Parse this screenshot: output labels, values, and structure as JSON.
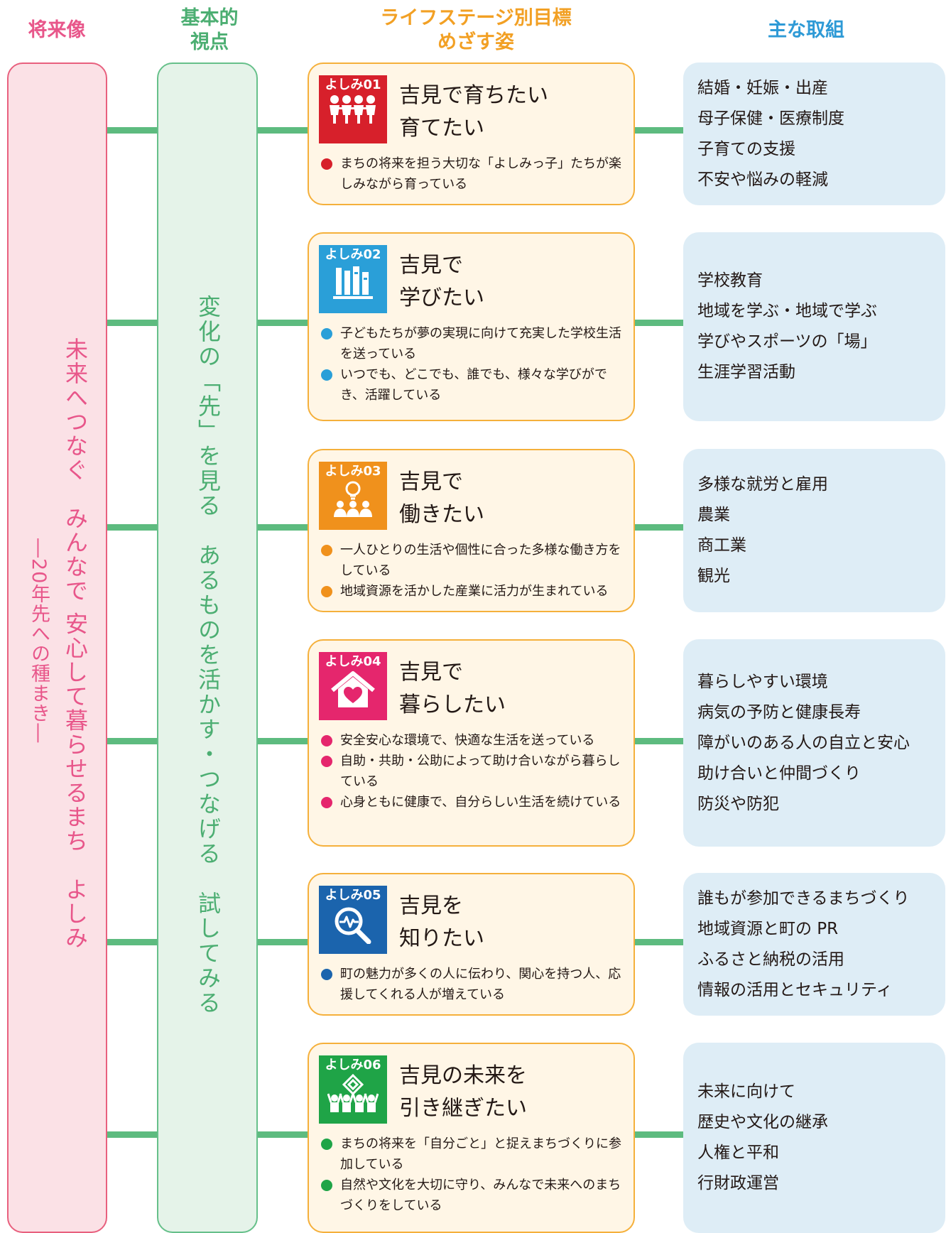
{
  "headers": {
    "vision": "将来像",
    "viewpoint_line1": "基本的",
    "viewpoint_line2": "視点",
    "goal_line1": "ライフステージ別目標",
    "goal_line2": "めざす姿",
    "actions": "主な取組"
  },
  "vision": {
    "main": "未来へつなぐ　みんなで 安心して暮らせるまち　よしみ",
    "sub": "―20年先への種まき―"
  },
  "viewpoint": {
    "text": "変化の「先」を見る　あるものを活かす・つなげる　試してみる"
  },
  "goals": [
    {
      "label": "よしみ01",
      "icon": "children-group-icon",
      "color": "#d7202b",
      "title_line1": "吉見で育ちたい",
      "title_line2": "育てたい",
      "bullets": [
        "まちの将来を担う大切な「よしみっ子」たちが楽しみながら育っている"
      ],
      "actions": [
        "結婚・妊娠・出産",
        "母子保健・医療制度",
        "子育ての支援",
        "不安や悩みの軽減"
      ]
    },
    {
      "label": "よしみ02",
      "icon": "books-icon",
      "color": "#2a9fd8",
      "title_line1": "吉見で",
      "title_line2": "学びたい",
      "bullets": [
        "子どもたちが夢の実現に向けて充実した学校生活を送っている",
        "いつでも、どこでも、誰でも、様々な学びができ、活躍している"
      ],
      "actions": [
        "学校教育",
        "地域を学ぶ・地域で学ぶ",
        "学びやスポーツの「場」",
        "生涯学習活動"
      ]
    },
    {
      "label": "よしみ03",
      "icon": "workers-idea-icon",
      "color": "#f0911c",
      "title_line1": "吉見で",
      "title_line2": "働きたい",
      "bullets": [
        "一人ひとりの生活や個性に合った多様な働き方をしている",
        "地域資源を活かした産業に活力が生まれている"
      ],
      "actions": [
        "多様な就労と雇用",
        "農業",
        "商工業",
        "観光"
      ]
    },
    {
      "label": "よしみ04",
      "icon": "house-heart-icon",
      "color": "#e5266d",
      "title_line1": "吉見で",
      "title_line2": "暮らしたい",
      "bullets": [
        "安全安心な環境で、快適な生活を送っている",
        "自助・共助・公助によって助け合いながら暮らしている",
        "心身ともに健康で、自分らしい生活を続けている"
      ],
      "actions": [
        "暮らしやすい環境",
        "病気の予防と健康長寿",
        "障がいのある人の自立と安心",
        "助け合いと仲間づくり",
        "防災や防犯"
      ]
    },
    {
      "label": "よしみ05",
      "icon": "magnifier-pulse-icon",
      "color": "#1b64ad",
      "title_line1": "吉見を",
      "title_line2": "知りたい",
      "bullets": [
        "町の魅力が多くの人に伝わり、関心を持つ人、応援してくれる人が増えている"
      ],
      "actions": [
        "誰もが参加できるまちづくり",
        "地域資源と町の PR",
        "ふるさと納税の活用",
        "情報の活用とセキュリティ"
      ]
    },
    {
      "label": "よしみ06",
      "icon": "people-diamond-icon",
      "color": "#1fa447",
      "title_line1": "吉見の未来を",
      "title_line2": "引き継ぎたい",
      "bullets": [
        "まちの将来を「自分ごと」と捉えまちづくりに参加している",
        "自然や文化を大切に守り、みんなで未来へのまちづくりをしている"
      ],
      "actions": [
        "未来に向けて",
        "歴史や文化の継承",
        "人権と平和",
        "行財政運営"
      ]
    }
  ]
}
